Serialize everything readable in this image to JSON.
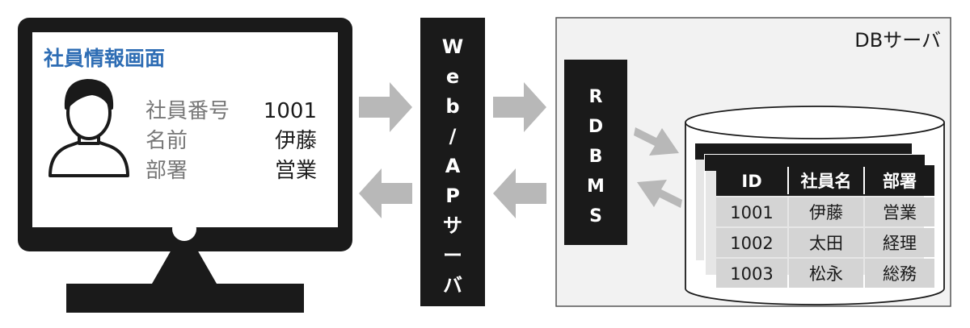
{
  "monitor": {
    "screen_title": "社員情報画面",
    "fields": [
      {
        "label": "社員番号",
        "value": "1001"
      },
      {
        "label": "名前",
        "value": "伊藤"
      },
      {
        "label": "部署",
        "value": "営業"
      }
    ]
  },
  "web_ap_server": {
    "label_chars": [
      "W",
      "e",
      "b",
      "/",
      "A",
      "P",
      "サ",
      "ー",
      "バ"
    ]
  },
  "db_server": {
    "label": "DBサーバ",
    "rdbms_chars": [
      "R",
      "D",
      "B",
      "M",
      "S"
    ],
    "table": {
      "headers": [
        "ID",
        "社員名",
        "部署"
      ],
      "rows": [
        [
          "1001",
          "伊藤",
          "営業"
        ],
        [
          "1002",
          "太田",
          "経理"
        ],
        [
          "1003",
          "松永",
          "総務"
        ]
      ]
    }
  },
  "colors": {
    "dark": "#1a1a1a",
    "screen_title": "#2e6db4",
    "field_label": "#777777",
    "arrow": "#b8b8b8",
    "db_bg": "#f2f2f2",
    "row_bg": "#d4d4d4"
  }
}
